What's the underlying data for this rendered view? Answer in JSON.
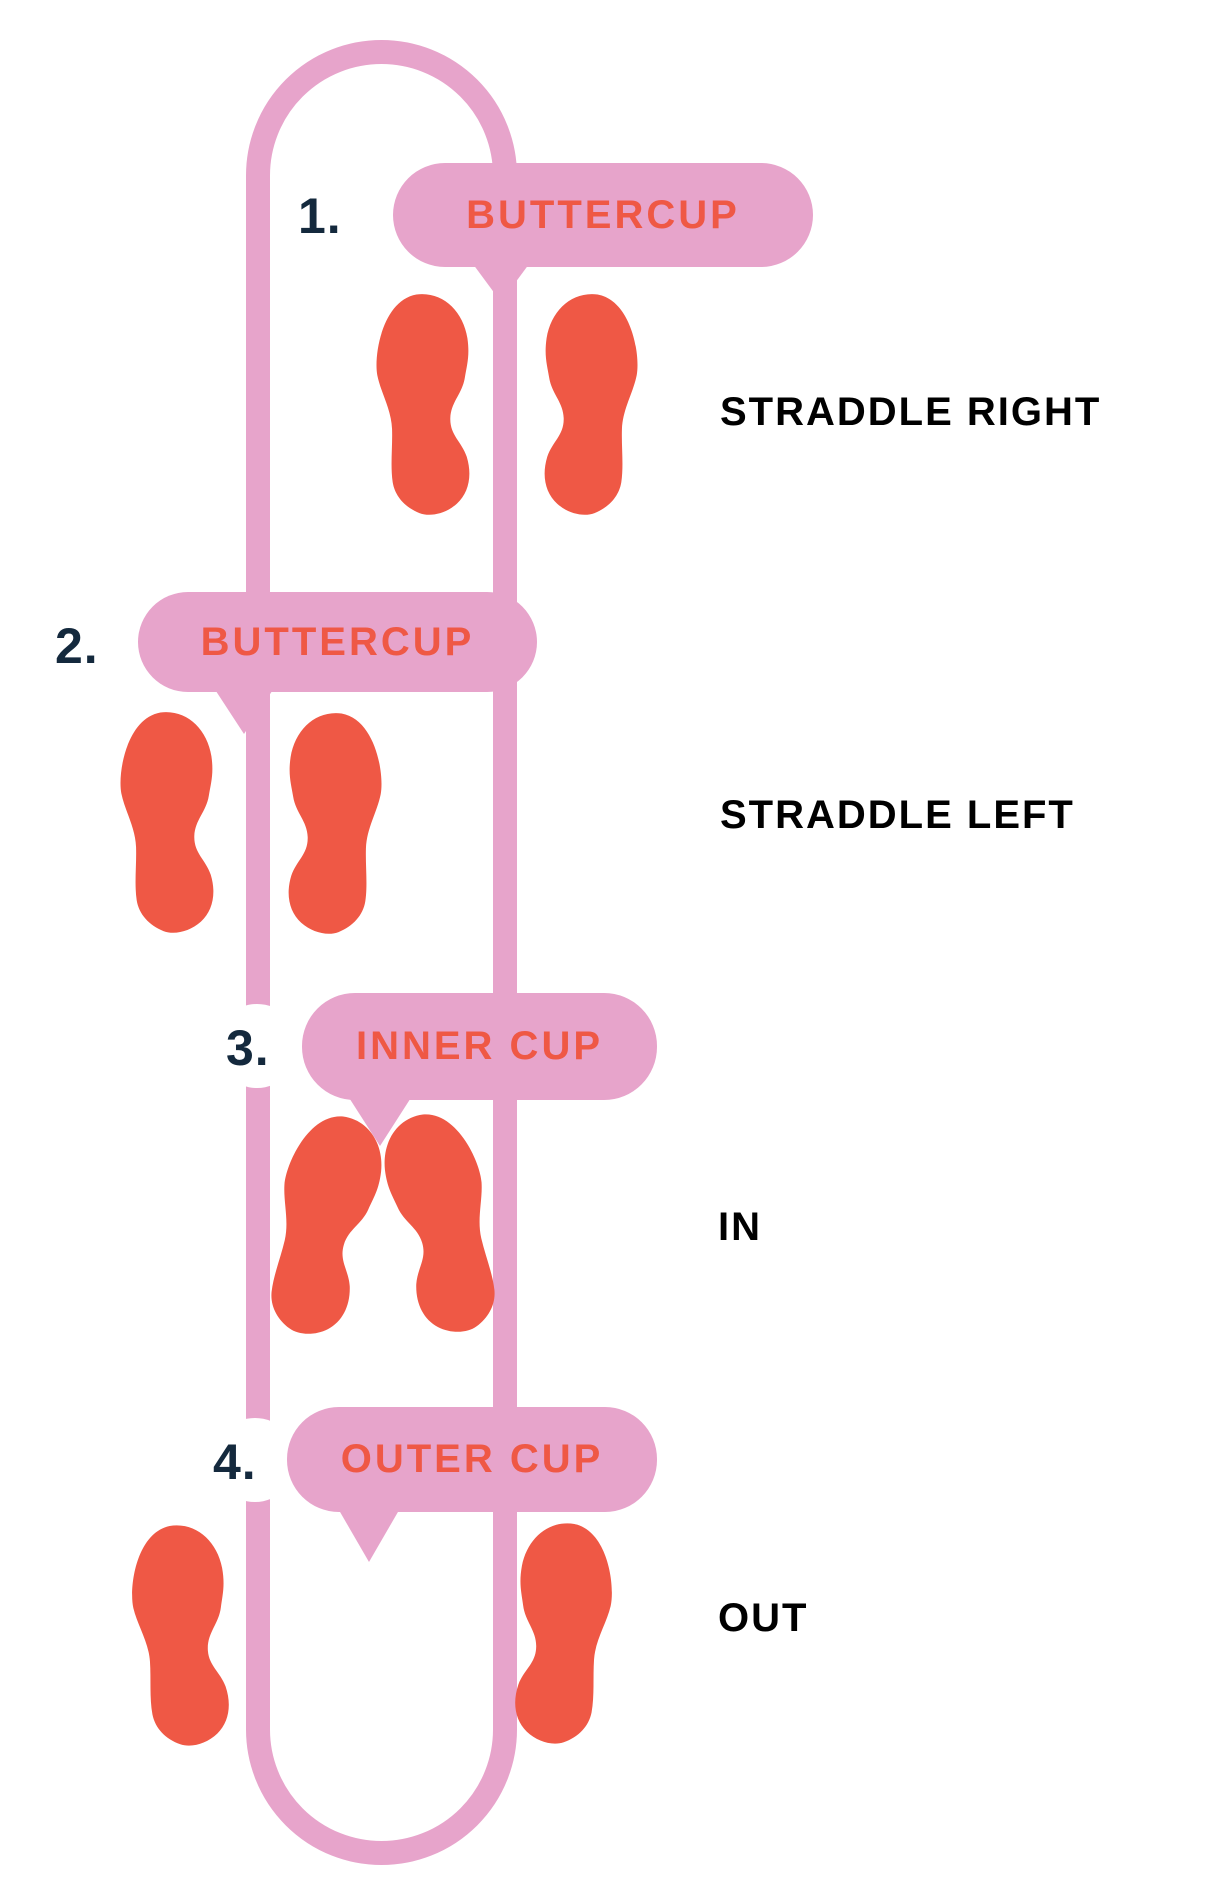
{
  "diagram": {
    "type": "exercise-footwork-steps",
    "steps": [
      {
        "number": "1.",
        "pill": "BUTTERCUP",
        "label": "STRADDLE RIGHT"
      },
      {
        "number": "2.",
        "pill": "BUTTERCUP",
        "label": "STRADDLE LEFT"
      },
      {
        "number": "3.",
        "pill": "INNER CUP",
        "label": "IN"
      },
      {
        "number": "4.",
        "pill": "OUTER CUP",
        "label": "OUT"
      }
    ],
    "colors": {
      "course_pink": "#E7A4CB",
      "footprint_red": "#EF5845",
      "number_navy": "#14293D",
      "label_black": "#000000",
      "background": "#FFFFFF"
    },
    "icons": {
      "footprint-icon": "foot-sole shape (red)",
      "course-outline": "tall pink stadium loop",
      "pill-tail": "speech-bubble pointer triangle"
    }
  }
}
